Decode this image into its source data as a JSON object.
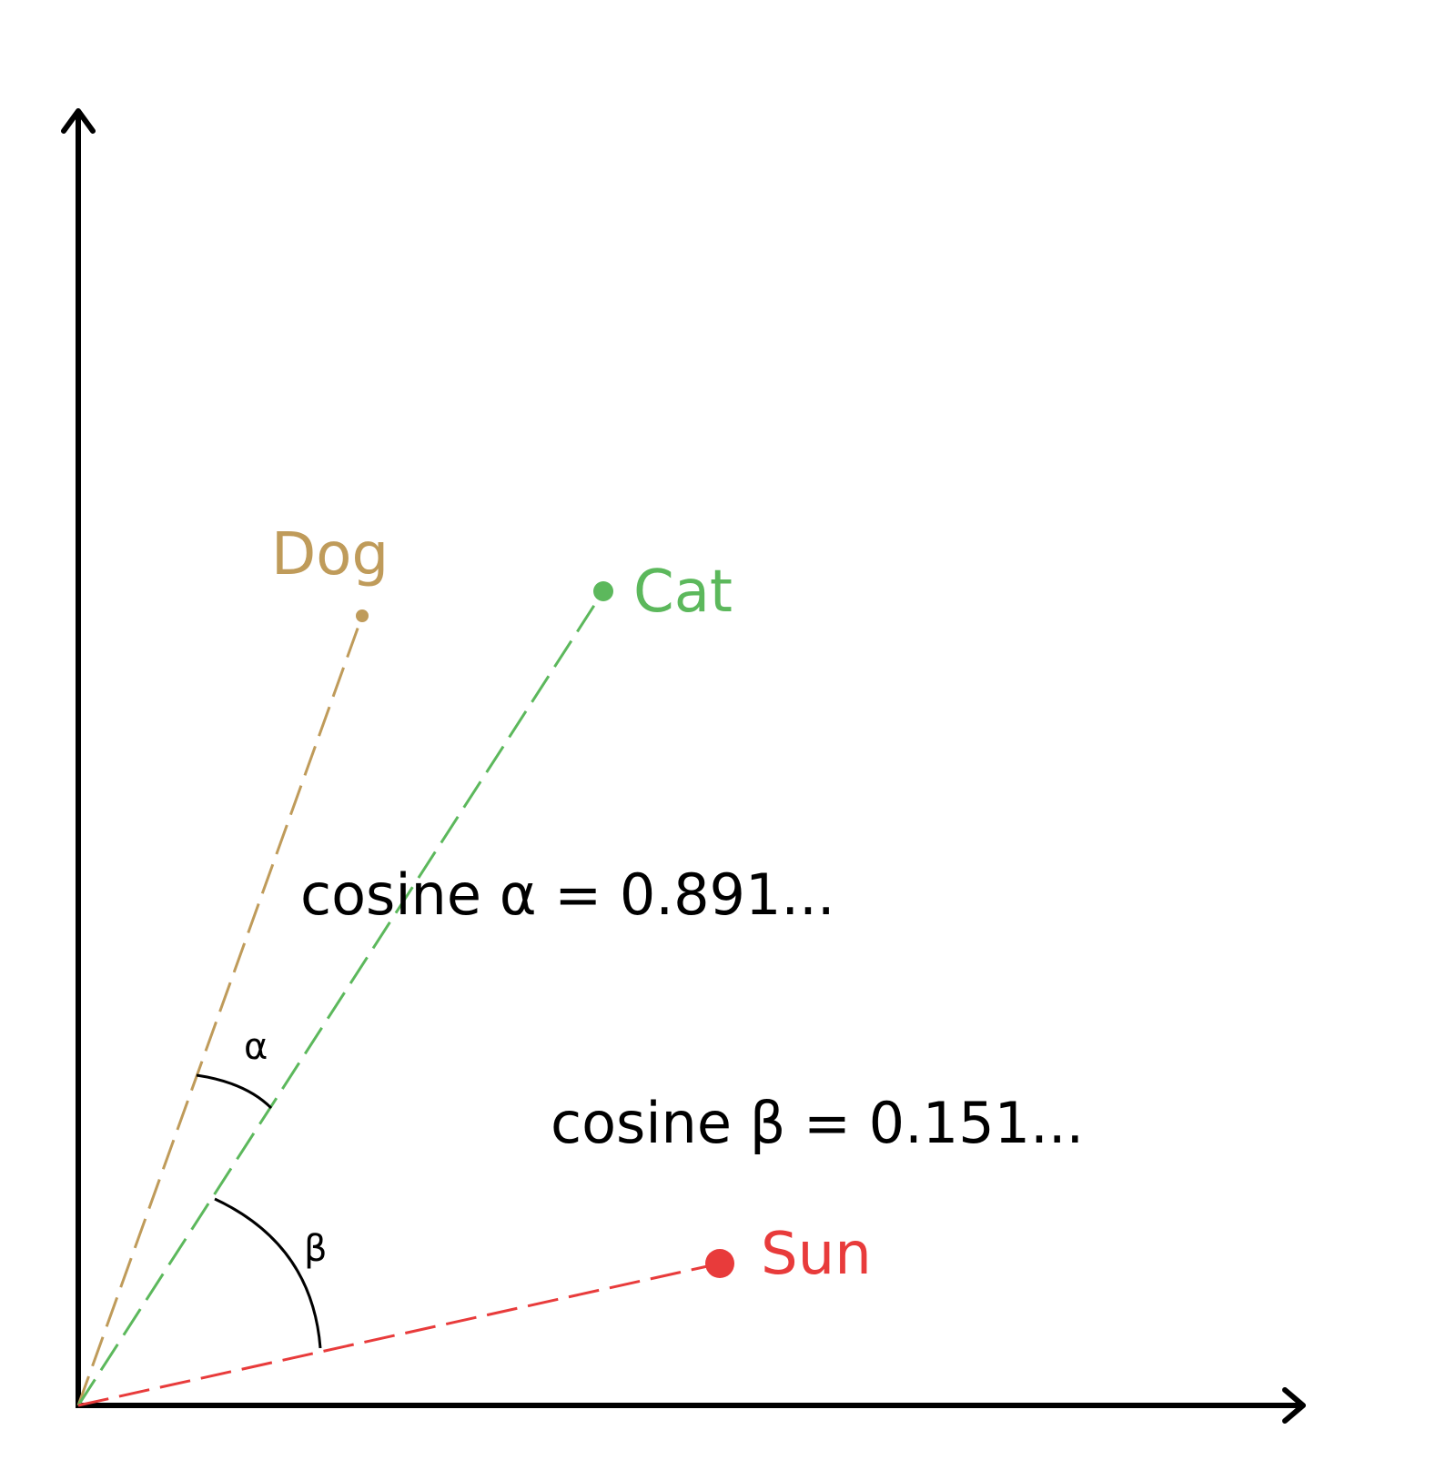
{
  "colors": {
    "axis": "#000000",
    "dog": "#bf9b5a",
    "cat": "#5cb85c",
    "sun": "#e83b3b",
    "text": "#000000"
  },
  "vectors": [
    {
      "id": "dog",
      "label": "Dog",
      "color": "#bf9b5a"
    },
    {
      "id": "cat",
      "label": "Cat",
      "color": "#5cb85c"
    },
    {
      "id": "sun",
      "label": "Sun",
      "color": "#e83b3b"
    }
  ],
  "angles": {
    "alpha": {
      "symbol": "α",
      "equation": "cosine α = 0.891..."
    },
    "beta": {
      "symbol": "β",
      "equation": "cosine β = 0.151..."
    }
  }
}
